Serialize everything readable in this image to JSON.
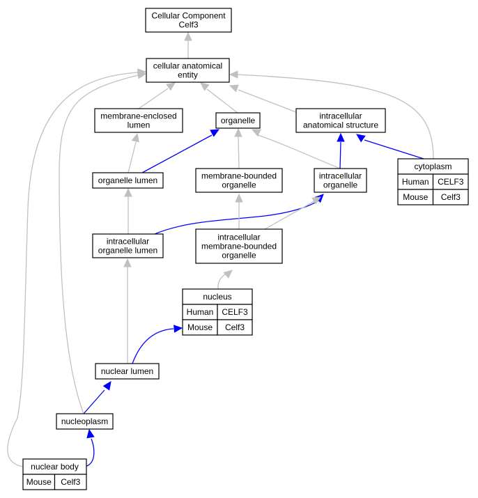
{
  "colors": {
    "gray_edge": "#c0c0c0",
    "blue_edge": "#0000ff",
    "human": "#fa6a50",
    "mouse": "#add8e6"
  },
  "nodes": {
    "root": [
      "Cellular Component",
      "Celf3"
    ],
    "cae": [
      "cellular anatomical",
      "entity"
    ],
    "mel": [
      "membrane-enclosed",
      "lumen"
    ],
    "org": [
      "organelle"
    ],
    "ias": [
      "intracellular",
      "anatomical structure"
    ],
    "orglumen": [
      "organelle lumen"
    ],
    "mbo": [
      "membrane-bounded",
      "organelle"
    ],
    "io": [
      "intracellular",
      "organelle"
    ],
    "cyto": [
      "cytoplasm"
    ],
    "iol": [
      "intracellular",
      "organelle lumen"
    ],
    "imbo": [
      "intracellular",
      "membrane-bounded",
      "organelle"
    ],
    "nucleus": [
      "nucleus"
    ],
    "nl": [
      "nuclear lumen"
    ],
    "np": [
      "nucleoplasm"
    ],
    "nb": [
      "nuclear body"
    ]
  },
  "orthologs": {
    "cyto": [
      [
        "Human",
        "CELF3"
      ],
      [
        "Mouse",
        "Celf3"
      ]
    ],
    "nucleus": [
      [
        "Human",
        "CELF3"
      ],
      [
        "Mouse",
        "Celf3"
      ]
    ],
    "nb": [
      [
        "Mouse",
        "Celf3"
      ]
    ]
  }
}
